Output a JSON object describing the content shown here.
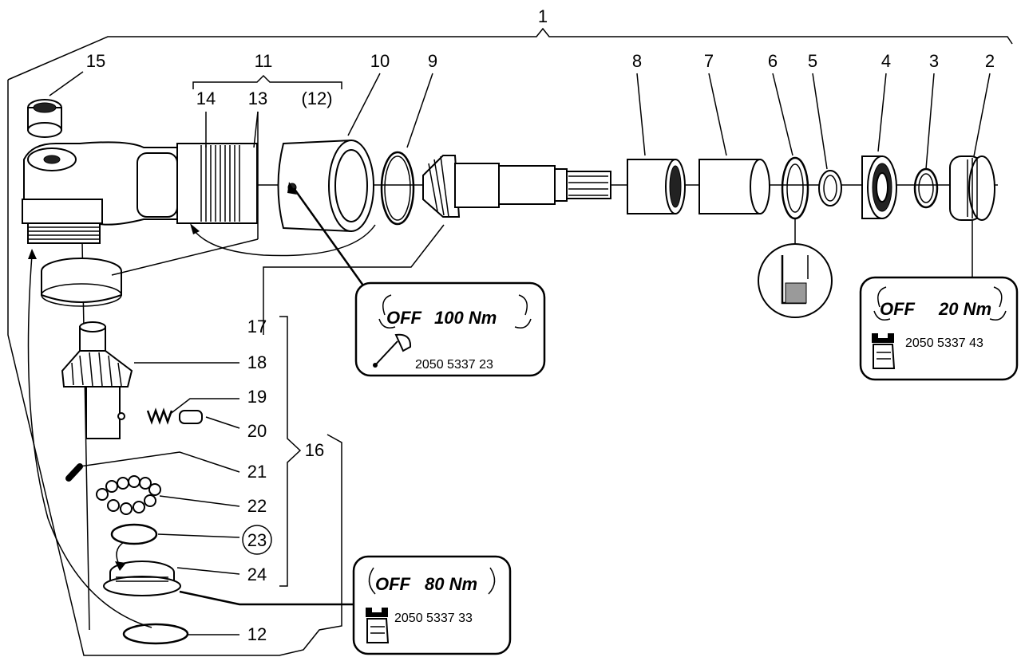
{
  "diagram": {
    "callouts": {
      "n1": "1",
      "n2": "2",
      "n3": "3",
      "n4": "4",
      "n5": "5",
      "n6": "6",
      "n7": "7",
      "n8": "8",
      "n9": "9",
      "n10": "10",
      "n11": "11",
      "n12_paren": "(12)",
      "n13": "13",
      "n14": "14",
      "n15": "15",
      "n16": "16",
      "n17": "17",
      "n18": "18",
      "n19": "19",
      "n20": "20",
      "n21": "21",
      "n22": "22",
      "n23": "23",
      "n24": "24",
      "n12": "12"
    },
    "torque_boxes": [
      {
        "direction": "OFF",
        "torque": "100 Nm",
        "tool_number": "2050 5337 23",
        "tool_icon": "hook-spanner-icon"
      },
      {
        "direction": "OFF",
        "torque": "20 Nm",
        "tool_number": "2050 5337 43",
        "tool_icon": "hand-wrench-icon"
      },
      {
        "direction": "OFF",
        "torque": "80 Nm",
        "tool_number": "2050 5337 33",
        "tool_icon": "hand-wrench-icon"
      }
    ]
  }
}
